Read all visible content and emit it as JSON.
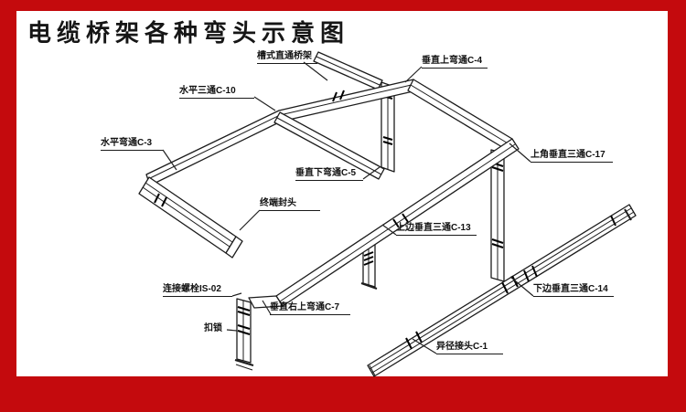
{
  "header": {
    "title": "电缆桥架各种弯头示意图"
  },
  "colors": {
    "border_red": "#c40a0d",
    "canvas": "#ffffff",
    "diagram_line": "#1c1c1c",
    "label_text": "#111111"
  },
  "diagram": {
    "labels": [
      {
        "id": "trough-straight-tray",
        "text": "槽式直通桥架"
      },
      {
        "id": "vertical-up-bend-c4",
        "text": "垂直上弯通C-4"
      },
      {
        "id": "horizontal-tee-c10",
        "text": "水平三通C-10"
      },
      {
        "id": "horizontal-bend-c3",
        "text": "水平弯通C-3"
      },
      {
        "id": "vertical-down-bend-c5",
        "text": "垂直下弯通C-5"
      },
      {
        "id": "upper-corner-vertical-tee-c17",
        "text": "上角垂直三通C-17"
      },
      {
        "id": "end-cap",
        "text": "终端封头"
      },
      {
        "id": "upper-side-vertical-tee-c13",
        "text": "上边垂直三通C-13"
      },
      {
        "id": "connecting-bolt-is02",
        "text": "连接螺栓IS-02"
      },
      {
        "id": "vertical-right-up-bend-c7",
        "text": "垂直右上弯通C-7"
      },
      {
        "id": "buckle-lock",
        "text": "扣锁"
      },
      {
        "id": "lower-side-vertical-tee-c14",
        "text": "下边垂直三通C-14"
      },
      {
        "id": "reducer-joint-c1",
        "text": "异径接头C-1"
      }
    ]
  }
}
